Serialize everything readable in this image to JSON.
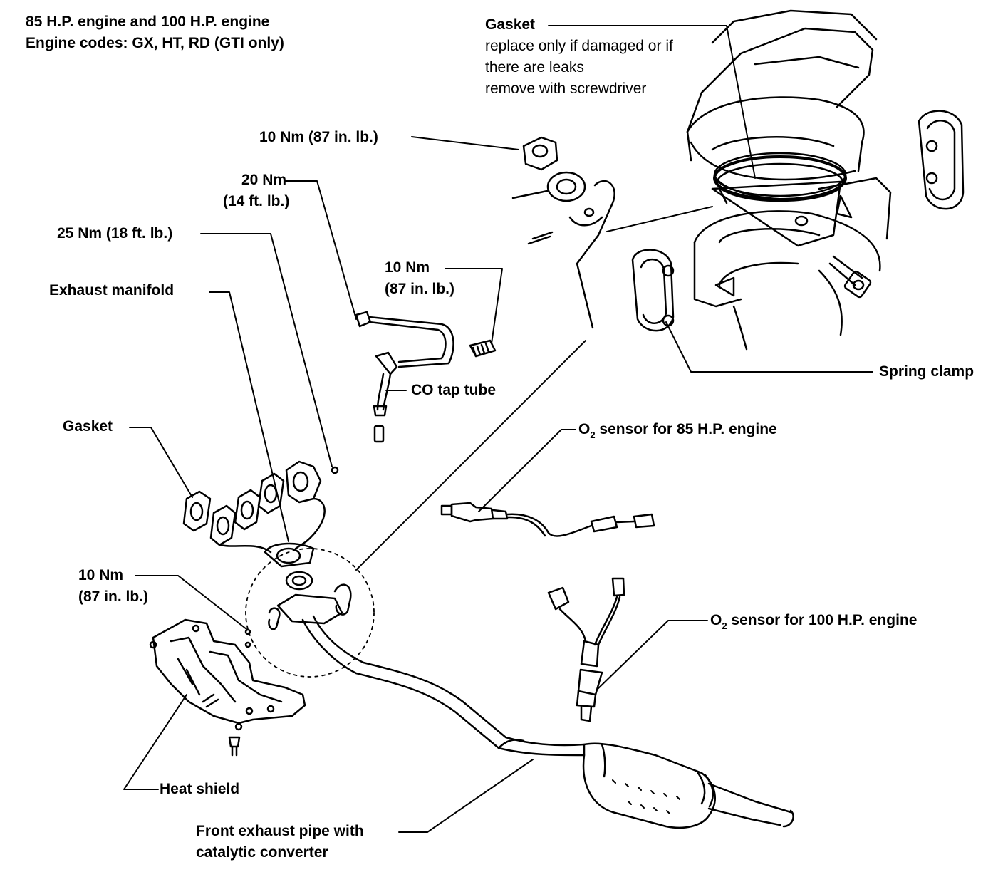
{
  "header": {
    "line1": "85 H.P. engine and 100 H.P. engine",
    "line2": "Engine codes: GX, HT, RD (GTI only)"
  },
  "labels": {
    "gasket_top": {
      "title": "Gasket",
      "note1": "replace only if damaged or if",
      "note2": "there are leaks",
      "note3": "remove with screwdriver"
    },
    "torque_nut": "10 Nm (87 in. lb.)",
    "torque_20_line1": "20 Nm",
    "torque_20_line2": "(14 ft. lb.)",
    "torque_25": "25 Nm (18 ft. lb.)",
    "torque_10_tube_line1": "10 Nm",
    "torque_10_tube_line2": "(87 in. lb.)",
    "exhaust_manifold": "Exhaust manifold",
    "co_tap_tube": "CO tap tube",
    "gasket_manifold": "Gasket",
    "o2_85": {
      "prefix": "O",
      "sub": "2",
      "rest": " sensor for 85 H.P. engine"
    },
    "o2_100": {
      "prefix": "O",
      "sub": "2",
      "rest": " sensor for 100 H.P. engine"
    },
    "torque_10_shield_line1": "10 Nm",
    "torque_10_shield_line2": "(87 in. lb.)",
    "spring_clamp": "Spring clamp",
    "heat_shield": "Heat shield",
    "front_pipe_line1": "Front exhaust pipe with",
    "front_pipe_line2": "catalytic converter"
  },
  "colors": {
    "ink": "#000000",
    "paper": "#ffffff"
  }
}
